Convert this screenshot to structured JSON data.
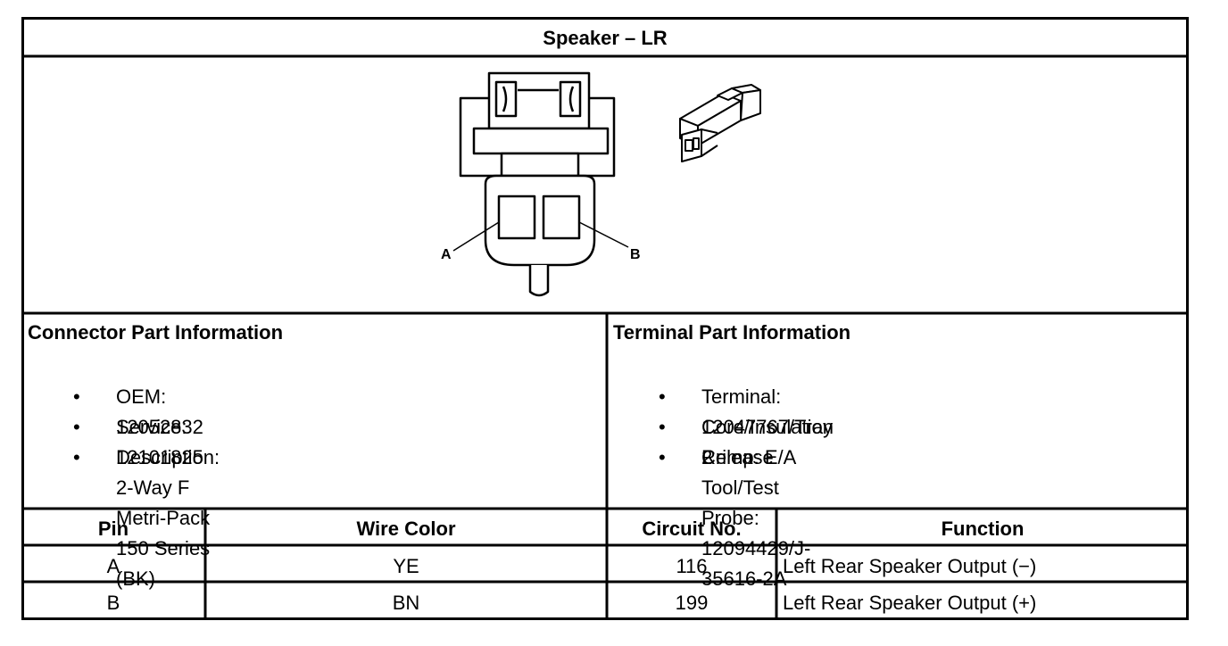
{
  "title": "Speaker – LR",
  "diagram": {
    "pin_labels": [
      "A",
      "B"
    ]
  },
  "connector_info": {
    "heading": "Connector Part Information",
    "items": [
      "OEM: 12052832",
      "Service: 12101825",
      "Description: 2-Way F Metri-Pack 150 Series (BK)"
    ]
  },
  "terminal_info": {
    "heading": "Terminal Part Information",
    "items": [
      "Terminal: 12047767/Tray 2",
      "Core/Insulation Crimp: E/A",
      "Release Tool/Test Probe: 12094429/J-35616-2A"
    ]
  },
  "bullet_char": "•",
  "table": {
    "headers": [
      "Pin",
      "Wire Color",
      "Circuit No.",
      "Function"
    ],
    "rows": [
      [
        "A",
        "YE",
        "116",
        "Left Rear Speaker Output (−)"
      ],
      [
        "B",
        "BN",
        "199",
        "Left Rear Speaker Output (+)"
      ]
    ]
  }
}
